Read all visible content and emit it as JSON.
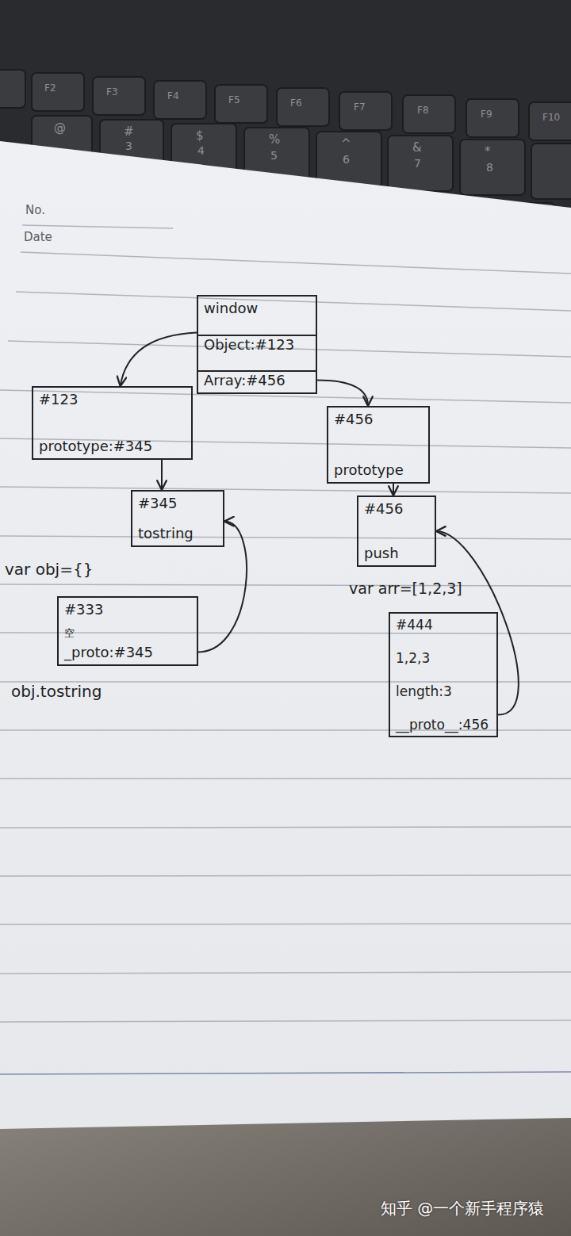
{
  "diagram": {
    "nodes": [
      {
        "text": [
          "window",
          "Object:#123",
          "Array:#456"
        ]
      },
      {
        "text": [
          "#123",
          "prototype:#345"
        ]
      },
      {
        "text": [
          "#456",
          "prototype"
        ]
      },
      {
        "text": [
          "#345",
          "tostring"
        ]
      },
      {
        "text": [
          "#456",
          "push"
        ]
      },
      {
        "text": [
          "#333",
          "空",
          "_proto:#345"
        ]
      },
      {
        "text": [
          "#444",
          "1,2,3",
          "length:3",
          "__proto__:456"
        ]
      }
    ],
    "edges": [
      {
        "from": 0,
        "to": 1,
        "arrow": "to"
      },
      {
        "from": 0,
        "to": 2,
        "arrow": "to"
      },
      {
        "from": 1,
        "to": 3,
        "arrow": "to"
      },
      {
        "from": 2,
        "to": 4,
        "arrow": "to"
      },
      {
        "from": 5,
        "to": 3,
        "arrow": "to"
      },
      {
        "from": 6,
        "to": 4,
        "arrow": "to"
      }
    ],
    "labels": [
      "F2",
      "F3",
      "F4",
      "F5",
      "F6",
      "F7",
      "F8",
      "F9",
      "F10",
      "@",
      "#",
      "3",
      "$",
      "4",
      "%",
      "5",
      "^",
      "6",
      "&",
      "7",
      "*",
      "8",
      "No.",
      "Date",
      "var obj={}",
      "var arr=[1,2,3]",
      "obj.tostring",
      "知乎 @一个新手程序猿"
    ]
  }
}
